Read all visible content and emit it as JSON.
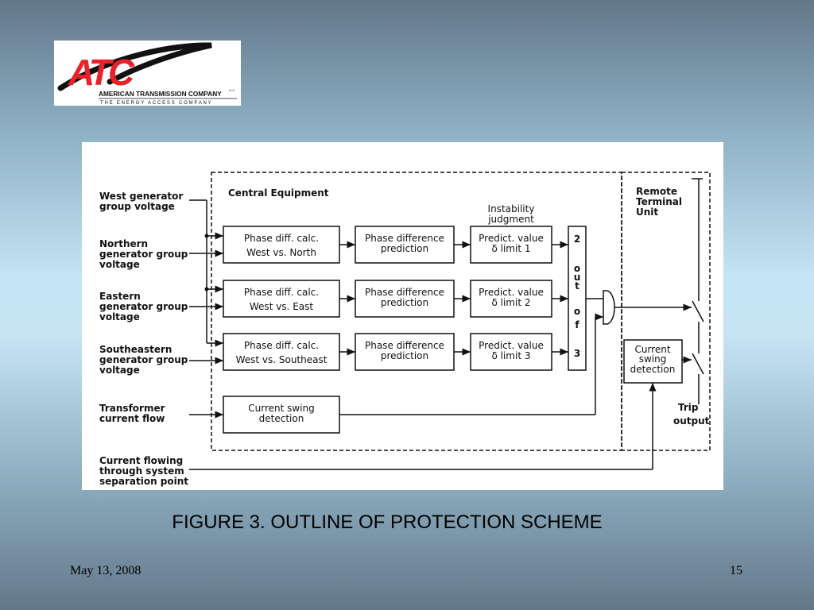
{
  "logo": {
    "text": "ATC",
    "company": "AMERICAN TRANSMISSION COMPANY",
    "suffix": "LLC",
    "tagline": "THE ENERGY ACCESS COMPANY",
    "colors": {
      "red": "#e8212b",
      "black": "#111111"
    }
  },
  "diagram": {
    "central_title": "Central Equipment",
    "remote_title": [
      "Remote",
      "Terminal",
      "Unit"
    ],
    "inputs": [
      {
        "lines": [
          "West generator",
          "group voltage"
        ]
      },
      {
        "lines": [
          "Northern",
          "generator group",
          "voltage"
        ]
      },
      {
        "lines": [
          "Eastern",
          "generator group",
          "voltage"
        ]
      },
      {
        "lines": [
          "Southeastern",
          "generator group",
          "voltage"
        ]
      },
      {
        "lines": [
          "Transformer",
          "current flow"
        ]
      },
      {
        "lines": [
          "Current flowing",
          "through system",
          "separation point"
        ]
      }
    ],
    "instability": [
      "Instability",
      "judgment"
    ],
    "rows": [
      {
        "calc": [
          "Phase diff. calc.",
          "West vs. North"
        ],
        "pred": [
          "Phase difference",
          "prediction"
        ],
        "limit": [
          "Predict. value",
          "δ limit 1"
        ]
      },
      {
        "calc": [
          "Phase diff. calc.",
          "West vs. East"
        ],
        "pred": [
          "Phase difference",
          "prediction"
        ],
        "limit": [
          "Predict. value",
          "δ limit 2"
        ]
      },
      {
        "calc": [
          "Phase diff. calc.",
          "West vs.  Southeast"
        ],
        "pred": [
          "Phase difference",
          "prediction"
        ],
        "limit": [
          "Predict. value",
          "δ limit 3"
        ]
      }
    ],
    "vote_chars": [
      "2",
      "o",
      "u",
      "t",
      "o",
      "f",
      "3"
    ],
    "swing_central": [
      "Current swing",
      "detection"
    ],
    "swing_remote": [
      "Current",
      "swing",
      "detection"
    ],
    "trip": [
      "Trip",
      "output"
    ]
  },
  "caption": "FIGURE 3. OUTLINE OF PROTECTION SCHEME",
  "footer": {
    "date": "May 13, 2008",
    "page": "15"
  }
}
